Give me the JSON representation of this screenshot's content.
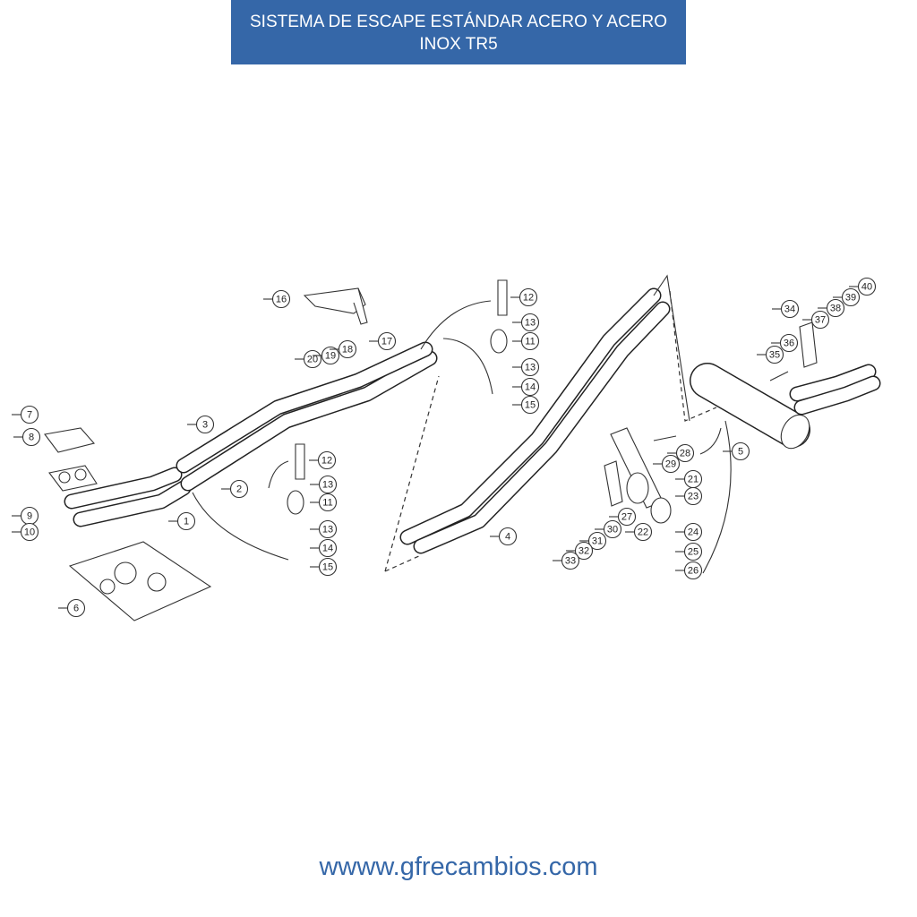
{
  "header": {
    "title_line1": "SISTEMA DE ESCAPE ESTÁNDAR ACERO Y ACERO",
    "title_line2": "INOX TR5"
  },
  "footer": {
    "url": "wwww.gfrecambios.com"
  },
  "colors": {
    "banner": "#3567a8",
    "link": "#3567a8"
  },
  "callouts": [
    "7",
    "8",
    "9",
    "10",
    "6",
    "1",
    "2",
    "3",
    "16",
    "20",
    "19",
    "18",
    "17",
    "12",
    "13",
    "11",
    "13",
    "14",
    "15",
    "12",
    "13",
    "11",
    "13",
    "14",
    "15",
    "4",
    "34",
    "37",
    "38",
    "39",
    "40",
    "36",
    "35",
    "5",
    "28",
    "29",
    "21",
    "23",
    "22",
    "27",
    "30",
    "31",
    "32",
    "33",
    "24",
    "25",
    "26"
  ]
}
